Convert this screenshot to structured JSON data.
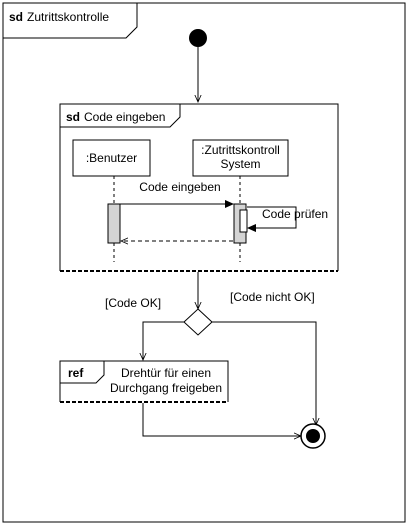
{
  "outer_frame": {
    "keyword": "sd",
    "name": "Zutrittskontrolle"
  },
  "inner_frame": {
    "keyword": "sd",
    "name": "Code eingeben",
    "lifelines": [
      {
        "label": ":Benutzer"
      },
      {
        "label_line1": ":Zutrittskontroll",
        "label_line2": "System"
      }
    ],
    "messages": {
      "request": "Code eingeben",
      "self_call": "Code prüfen"
    }
  },
  "decision": {
    "guard_ok": "[Code OK]",
    "guard_not_ok": "[Code nicht OK]"
  },
  "ref_frame": {
    "keyword": "ref",
    "line1": "Drehtür für einen",
    "line2": "Durchgang freigeben"
  },
  "colors": {
    "stroke": "#000000",
    "activation_fill": "#d4d4d4",
    "background": "#ffffff"
  }
}
